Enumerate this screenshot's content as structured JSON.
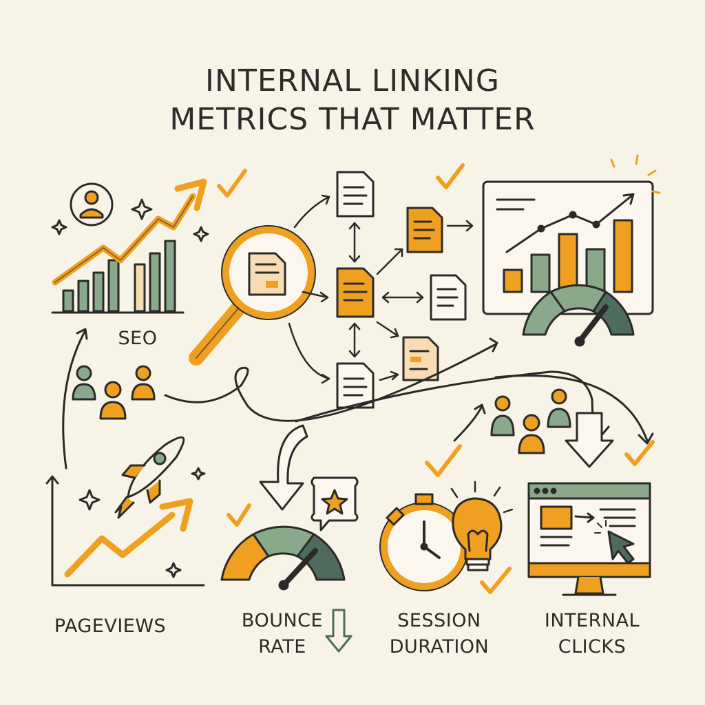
{
  "title": {
    "line1": "INTERNAL LINKING",
    "line2": "METRICS THAT MATTER"
  },
  "labels": {
    "seo": "SEO",
    "pageviews": "PAGEVIEWS",
    "bounce_rate": {
      "line1": "BOUNCE",
      "line2": "RATE"
    },
    "session_duration": {
      "line1": "SESSION",
      "line2": "DURATION"
    },
    "internal_clicks": {
      "line1": "INTERNAL",
      "line2": "CLICKS"
    }
  },
  "colors": {
    "orange": "#f0a020",
    "green": "#8aa98a",
    "dark_green": "#4f6b5e",
    "peach": "#f8dcb4",
    "ink": "#2a2a28",
    "background": "#f8f3e7"
  },
  "icons": [
    "user-icon",
    "growth-chart-icon",
    "magnifier-icon",
    "document-icon",
    "dashboard-chart-icon",
    "gauge-icon",
    "rocket-icon",
    "stopwatch-icon",
    "lightbulb-icon",
    "browser-monitor-icon",
    "cursor-icon",
    "star-bubble-icon",
    "check-icon",
    "sparkle-icon",
    "down-arrow-icon",
    "people-icon"
  ]
}
